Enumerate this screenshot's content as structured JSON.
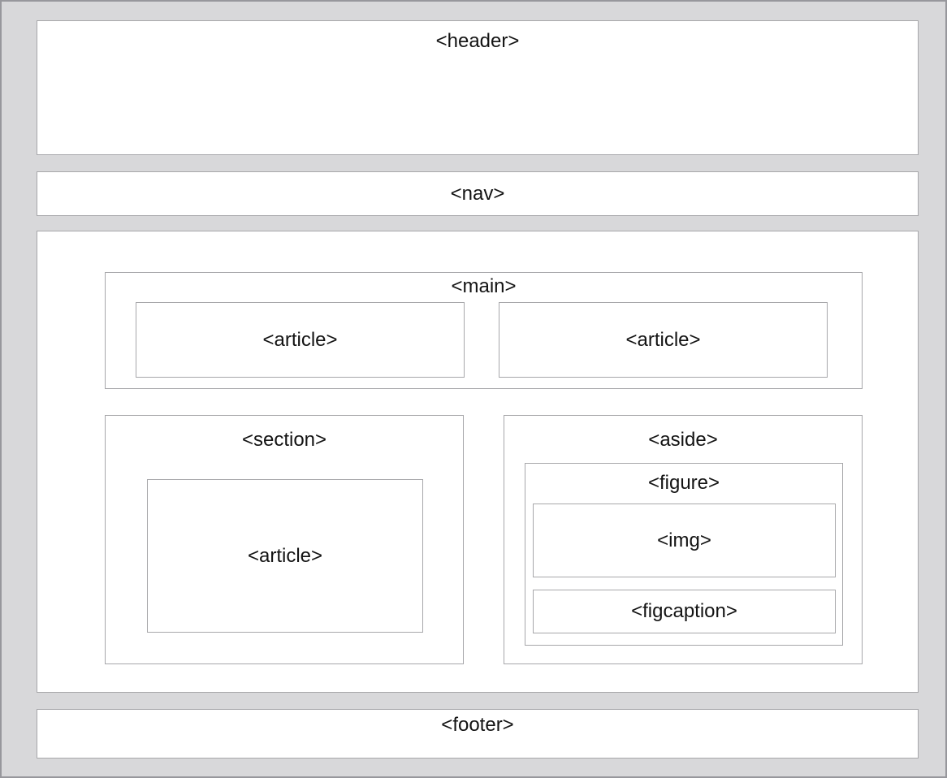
{
  "page": {
    "title": "HTML semantic layout diagram",
    "colors": {
      "page_background": "#d8d8da",
      "page_outer_border": "#97979c",
      "box_background": "#ffffff",
      "box_border": "#a7a7aa",
      "label_text": "#131313"
    }
  },
  "labels": {
    "header": "<header>",
    "nav": "<nav>",
    "main": "<main>",
    "main_article_left": "<article>",
    "main_article_right": "<article>",
    "section": "<section>",
    "section_article": "<article>",
    "aside": "<aside>",
    "figure": "<figure>",
    "img": "<img>",
    "figcaption": "<figcaption>",
    "footer": "<footer>"
  }
}
